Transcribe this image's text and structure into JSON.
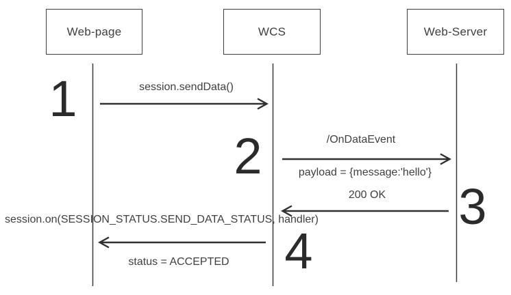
{
  "diagram": {
    "type": "sequence-diagram",
    "actors": [
      {
        "id": "web-page",
        "label": "Web-page"
      },
      {
        "id": "wcs",
        "label": "WCS"
      },
      {
        "id": "web-server",
        "label": "Web-Server"
      }
    ],
    "messages": [
      {
        "step": "1",
        "from": "Web-page",
        "to": "WCS",
        "direction": "right",
        "label": "session.sendData()"
      },
      {
        "step": "2",
        "from": "WCS",
        "to": "Web-Server",
        "direction": "right",
        "label": "/OnDataEvent",
        "detail": "payload = {message:'hello'}"
      },
      {
        "step": "3",
        "from": "Web-Server",
        "to": "WCS",
        "direction": "left",
        "label": "200 OK"
      },
      {
        "step": "4",
        "from": "WCS",
        "to": "Web-page",
        "direction": "left",
        "label": "status = ACCEPTED",
        "detail": "session.on(SESSION_STATUS.SEND_DATA_STATUS, handler)"
      }
    ],
    "colors": {
      "line": "#3c3c3c",
      "arrow": "#303030",
      "text": "#3f3f3f",
      "number": "#2b2b2b",
      "background": "#ffffff"
    }
  }
}
